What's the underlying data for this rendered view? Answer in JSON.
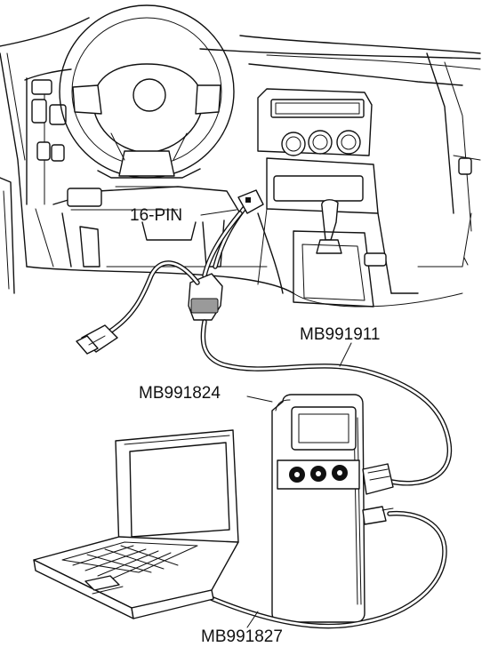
{
  "labels": {
    "connector": "16-PIN",
    "cable_main": "MB991911",
    "interface_unit": "MB991824",
    "usb_cable": "MB991827"
  }
}
